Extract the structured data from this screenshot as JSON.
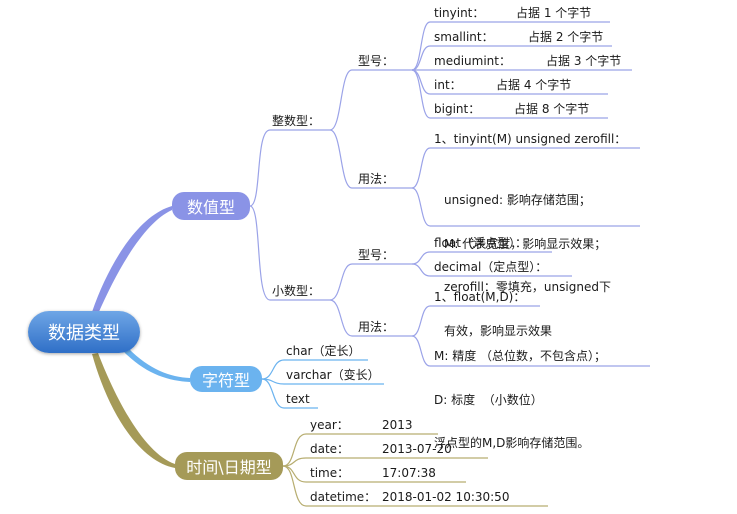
{
  "root": "数据类型",
  "numeric": {
    "label": "数值型",
    "integer": {
      "label": "整数型：",
      "type_label": "型号：",
      "types": [
        {
          "name": "tinyint：",
          "desc": "占据 1 个字节"
        },
        {
          "name": "smallint：",
          "desc": "占据 2 个字节"
        },
        {
          "name": "mediumint：",
          "desc": "占据 3 个字节"
        },
        {
          "name": "int：",
          "desc": "占据 4 个字节"
        },
        {
          "name": "bigint：",
          "desc": "占据 8 个字节"
        }
      ],
      "usage_label": "用法：",
      "usage_title": "1、tinyint(M) unsigned zerofill：",
      "usage_lines": [
        "unsigned: 影响存储范围；",
        "M: 代表宽度，影响显示效果；",
        "zerofill：零填充，unsigned下",
        "有效，影响显示效果"
      ]
    },
    "decimal": {
      "label": "小数型：",
      "type_label": "型号：",
      "types": [
        "float（浮点型）：",
        "decimal（定点型）："
      ],
      "usage_label": "用法：",
      "usage_title": "1、float(M,D)：",
      "usage_lines": [
        "M: 精度 （总位数，不包含点）；",
        "D: 标度  （小数位）",
        "浮点型的M,D影响存储范围。"
      ]
    }
  },
  "string": {
    "label": "字符型",
    "items": [
      "char（定长）",
      "varchar（变长）",
      "text"
    ]
  },
  "datetime": {
    "label": "时间\\日期型",
    "items": [
      {
        "name": "year：",
        "example": "2013"
      },
      {
        "name": "date：",
        "example": "2013-07-20"
      },
      {
        "name": "time：",
        "example": "17:07:38"
      },
      {
        "name": "datetime：",
        "example": "2018-01-02 10:30:50"
      }
    ]
  },
  "colors": {
    "numeric_branch": "#8a93e6",
    "string_branch": "#6bb3ef",
    "datetime_branch": "#a59a58",
    "root": "#3f7fd3",
    "underline": "#8a94e0"
  }
}
